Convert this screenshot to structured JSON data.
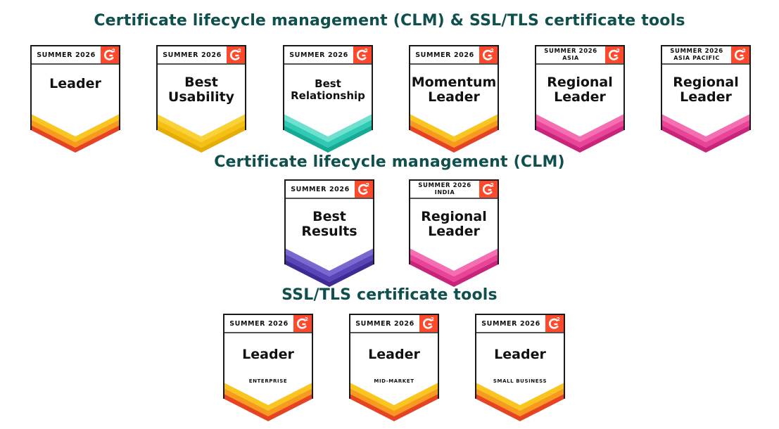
{
  "colors": {
    "title": "#0f4f4c",
    "g2_red": "#ff492c",
    "orange_red": [
      "#f9c51f",
      "#f79a1d",
      "#e64322"
    ],
    "yellow": [
      "#f9d23a",
      "#f6c012",
      "#e4ad07"
    ],
    "teal": [
      "#6fe0cd",
      "#2fcab3",
      "#16a994"
    ],
    "pink": [
      "#f36fb1",
      "#e94498",
      "#c8257a"
    ],
    "purple": [
      "#7a67d0",
      "#5a45b8",
      "#3e2b95"
    ]
  },
  "icon": "g2-logo-icon",
  "sections": [
    {
      "title": "Certificate lifecycle management (CLM) & SSL/TLS certificate tools",
      "badges": [
        {
          "header": [
            "SUMMER 2026"
          ],
          "lines": [
            "Leader"
          ],
          "scheme": "orange_red"
        },
        {
          "header": [
            "SUMMER 2026"
          ],
          "lines": [
            "Best",
            "Usability"
          ],
          "scheme": "yellow"
        },
        {
          "header": [
            "SUMMER 2026"
          ],
          "lines": [
            "Best",
            "Relationship"
          ],
          "scheme": "teal"
        },
        {
          "header": [
            "SUMMER 2026"
          ],
          "lines": [
            "Momentum",
            "Leader"
          ],
          "scheme": "orange_red"
        },
        {
          "header": [
            "SUMMER 2026",
            "ASIA"
          ],
          "lines": [
            "Regional",
            "Leader"
          ],
          "scheme": "pink"
        },
        {
          "header": [
            "SUMMER 2026",
            "ASIA PACIFIC"
          ],
          "lines": [
            "Regional",
            "Leader"
          ],
          "scheme": "pink"
        }
      ]
    },
    {
      "title": "Certificate lifecycle management (CLM)",
      "badges": [
        {
          "header": [
            "SUMMER 2026"
          ],
          "lines": [
            "Best",
            "Results"
          ],
          "scheme": "purple"
        },
        {
          "header": [
            "SUMMER 2026",
            "INDIA"
          ],
          "lines": [
            "Regional",
            "Leader"
          ],
          "scheme": "pink"
        }
      ]
    },
    {
      "title": "SSL/TLS certificate tools",
      "badges": [
        {
          "header": [
            "SUMMER 2026"
          ],
          "lines": [
            "Leader"
          ],
          "sub": "ENTERPRISE",
          "scheme": "orange_red"
        },
        {
          "header": [
            "SUMMER 2026"
          ],
          "lines": [
            "Leader"
          ],
          "sub": "MID-MARKET",
          "scheme": "orange_red"
        },
        {
          "header": [
            "SUMMER 2026"
          ],
          "lines": [
            "Leader"
          ],
          "sub": "SMALL BUSINESS",
          "scheme": "orange_red"
        }
      ]
    }
  ]
}
